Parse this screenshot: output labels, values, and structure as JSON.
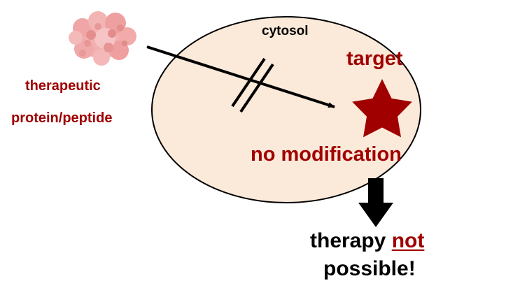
{
  "cell": {
    "label": "cytosol",
    "fill": "#fbe9d9",
    "stroke": "#000000"
  },
  "target": {
    "label": "target",
    "icon": "star-icon",
    "color": "#a00000"
  },
  "status": {
    "label": "no modification"
  },
  "protein": {
    "label_line1": "therapeutic",
    "label_line2": "protein/peptide",
    "icon": "protein-blob-icon",
    "color": "#f2a0a0"
  },
  "entry_arrow": {
    "blocked": true,
    "icon": "double-slash-block-icon"
  },
  "result": {
    "word1": "therapy ",
    "emphasis": "not",
    "line2": "possible!",
    "icon": "down-arrow-icon"
  },
  "colors": {
    "accent": "#a00000",
    "text": "#000000"
  }
}
